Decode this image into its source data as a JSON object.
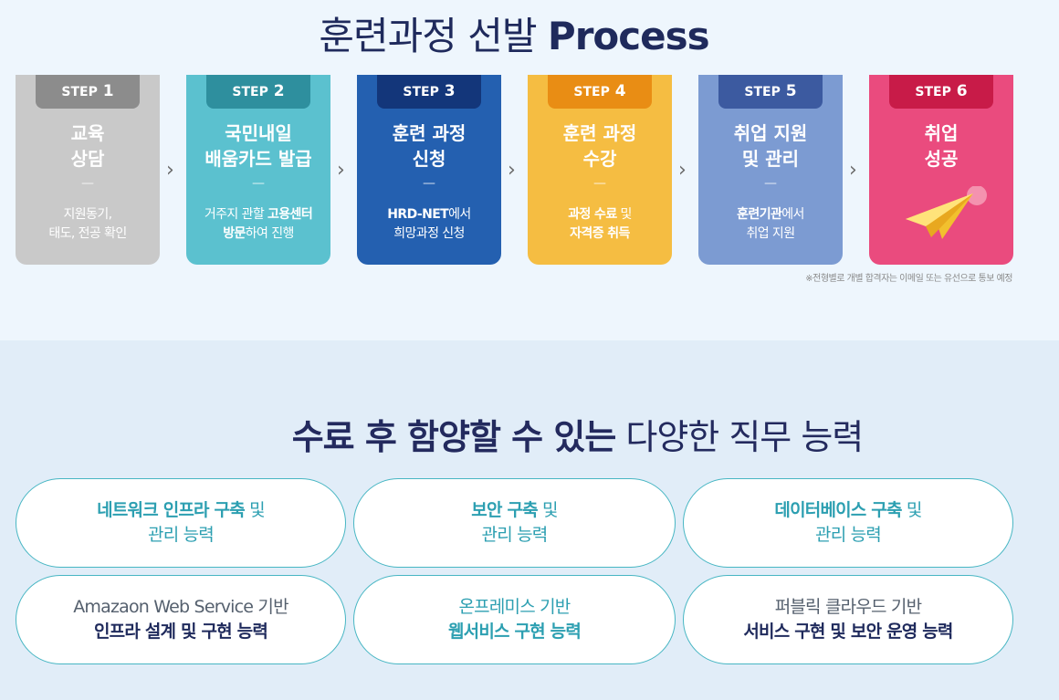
{
  "process": {
    "title_normal": "훈련과정 선발",
    "title_strong": "Process",
    "steps": [
      {
        "label": "STEP",
        "num": "1",
        "head1": "교육",
        "head2": "상담",
        "dash": "—",
        "desc1": "지원동기,",
        "desc2": "태도, 전공 확인"
      },
      {
        "label": "STEP",
        "num": "2",
        "head1": "국민내일",
        "head2": "배움카드 발급",
        "dash": "—",
        "desc1_a": "거주지 관할 ",
        "desc1_b": "고용센터",
        "desc2_a": "방문",
        "desc2_b": "하여 진행"
      },
      {
        "label": "STEP",
        "num": "3",
        "head1": "훈련 과정",
        "head2": "신청",
        "dash": "—",
        "desc1_a": "HRD-NET",
        "desc1_b": "에서",
        "desc2": "희망과정 신청"
      },
      {
        "label": "STEP",
        "num": "4",
        "head1": "훈련 과정",
        "head2": "수강",
        "dash": "—",
        "desc1_a": "과정 수료",
        "desc1_b": " 및",
        "desc2": "자격증 취득"
      },
      {
        "label": "STEP",
        "num": "5",
        "head1": "취업 지원",
        "head2": "및 관리",
        "dash": "—",
        "desc1_a": "훈련기관",
        "desc1_b": "에서",
        "desc2": "취업 지원"
      },
      {
        "label": "STEP",
        "num": "6",
        "head1": "취업",
        "head2": "성공"
      }
    ],
    "arrow_glyph": "›",
    "note": "※전형별로 개별 합격자는 이메일 또는 유선으로 통보 예정"
  },
  "abilities": {
    "title_strong": "수료 후 함양할 수 있는",
    "title_normal": "다양한 직무 능력",
    "items": [
      {
        "l1_strong": "네트워크 인프라 구축",
        "l1_normal": " 및",
        "l2": "관리 능력"
      },
      {
        "l1_strong": "보안 구축",
        "l1_normal": " 및",
        "l2": "관리 능력"
      },
      {
        "l1_strong": "데이터베이스 구축",
        "l1_normal": " 및",
        "l2": "관리 능력"
      },
      {
        "l1": "Amazaon Web Service 기반",
        "l2": "인프라 설계 및 구현 능력"
      },
      {
        "l1": "온프레미스 기반",
        "l2": "웹서비스 구현 능력"
      },
      {
        "l1": "퍼블릭 클라우드 기반",
        "l2": "서비스 구현 및 보안 운영 능력"
      }
    ]
  },
  "colors": {
    "navy": "#1f2a5c",
    "teal": "#2c9fb1",
    "step1": "#c9c9c9",
    "step2": "#5bc1cf",
    "step3": "#2460b0",
    "step4": "#f5bd42",
    "step5": "#7c9bd2",
    "step6": "#ea4b7e"
  },
  "icons": {
    "arrow": "chevron-right-icon",
    "success": "paper-plane-icon"
  }
}
